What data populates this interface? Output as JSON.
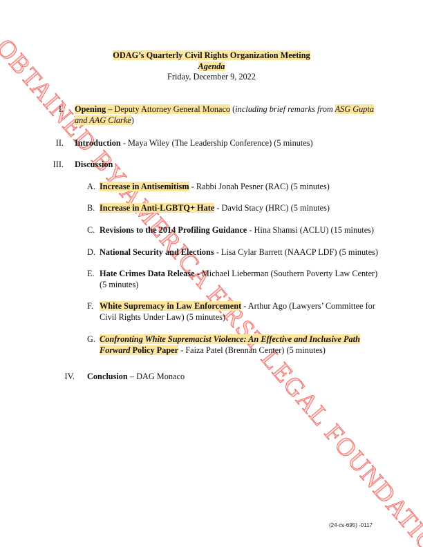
{
  "header": {
    "title": "ODAG’s Quarterly Civil Rights Organization Meeting",
    "subtitle": "Agenda",
    "date": "Friday, December 9, 2022"
  },
  "items": [
    {
      "num": "I.",
      "topic": "Opening",
      "rest": " – Deputy Attorney General Monaco",
      "paren_open": " (",
      "italic_plain": "including brief remarks from ",
      "italic_hl1": "ASG Gupta",
      "italic_hl2": "and AAG Clarke",
      "paren_close": ")"
    },
    {
      "num": "II.",
      "topic": "Introduction",
      "rest": " - Maya Wiley (The Leadership Conference) (5 minutes)"
    },
    {
      "num": "III.",
      "topic": "Discussion"
    },
    {
      "num": "IV.",
      "topic": "Conclusion",
      "rest": " – DAG Monaco"
    }
  ],
  "discussion": [
    {
      "letter": "A.",
      "topic": "Increase in Antisemitism",
      "rest": " - Rabbi Jonah Pesner (RAC) (5 minutes)"
    },
    {
      "letter": "B.",
      "topic": "Increase in Anti-LGBTQ+ Hate",
      "rest": " - David Stacy (HRC) (5 minutes)"
    },
    {
      "letter": "C.",
      "topic": "Revisions to the 2014 Profiling Guidance",
      "rest": " - Hina Shamsi (ACLU) (15 minutes)"
    },
    {
      "letter": "D.",
      "topic": "National Security and Elections",
      "rest": " - Lisa Cylar Barrett (NAACP LDF) (5 minutes)"
    },
    {
      "letter": "E.",
      "topic": "Hate Crimes Data Release",
      "rest": " - Michael Lieberman (Southern Poverty Law Center)",
      "rest2": "(5 minutes)"
    },
    {
      "letter": "F.",
      "topic": "White Supremacy in Law Enforcement",
      "rest": " - Arthur Ago (Lawyers’ Committee for",
      "rest2": "Civil Rights Under Law) (5 minutes)"
    },
    {
      "letter": "G.",
      "topic_italic": "Confronting White Supremacist Violence: An Effective and Inclusive Path",
      "topic_italic2": "Forward",
      "topic2": " Policy Paper",
      "rest": " - Faiza Patel (Brennan Center) (5 minutes)"
    }
  ],
  "watermark": "OBTAINED BY AMERICA FIRST LEGAL FOUNDATION",
  "footer": "(24-cv-695) -0117",
  "colors": {
    "highlight": "#fde59d",
    "watermark": "#f0706a"
  }
}
